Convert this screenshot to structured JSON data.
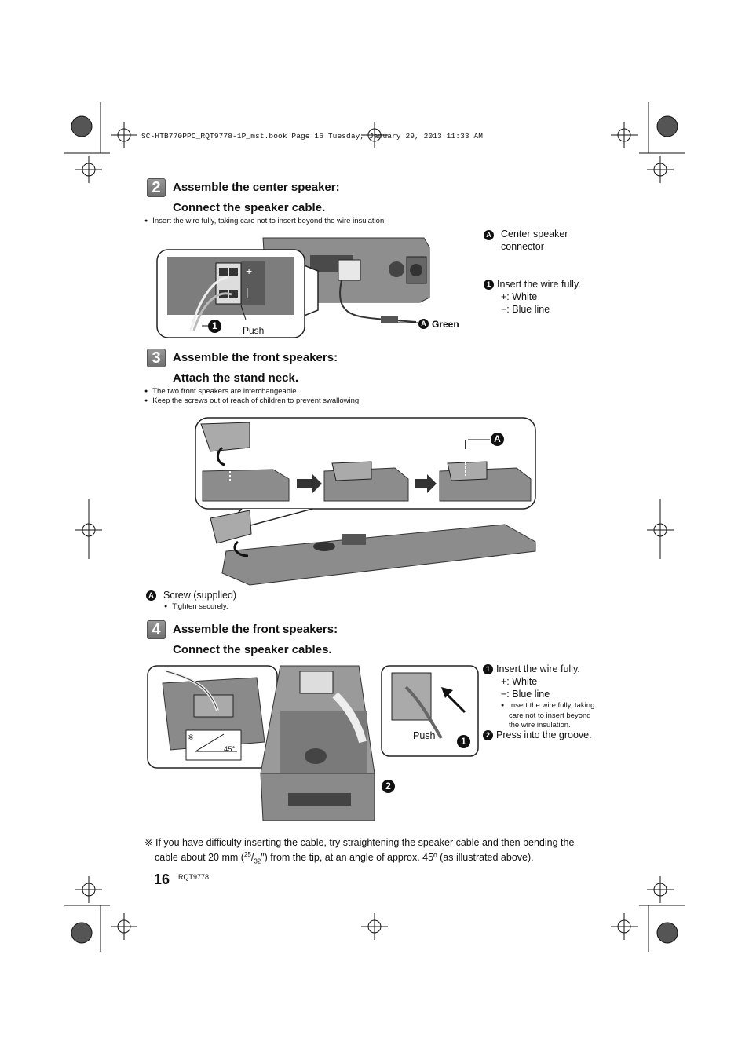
{
  "print_header": "SC-HTB770PPC_RQT9778-1P_mst.book  Page 16  Tuesday, January 29, 2013  11:33 AM",
  "step2": {
    "number": "2",
    "title1": "Assemble the center speaker:",
    "title2": "Connect the speaker cable.",
    "note": "Insert the wire fully, taking care not to insert beyond the wire insulation.",
    "push_label": "Push",
    "green_label": "Green",
    "callout_a_letter": "A",
    "callout_1": "1",
    "legend_a_letter": "A",
    "legend_a_line1": "Center speaker",
    "legend_a_line2": "connector",
    "legend_1": "1",
    "legend_1_text": "Insert the wire fully.",
    "legend_plus": "+: White",
    "legend_minus": "−: Blue line"
  },
  "step3": {
    "number": "3",
    "title1": "Assemble the front speakers:",
    "title2": "Attach the stand neck.",
    "notes": [
      "The two front speakers are interchangeable.",
      "Keep the screws out of reach of children to prevent swallowing."
    ],
    "callout_a_letter": "A",
    "legend_a_letter": "A",
    "legend_a_text": "Screw (supplied)",
    "legend_a_sub": "Tighten securely."
  },
  "step4": {
    "number": "4",
    "title1": "Assemble the front speakers:",
    "title2": "Connect the speaker cables.",
    "push_label": "Push",
    "angle_label": "45°",
    "note_mark": "※",
    "callout_1": "1",
    "callout_2": "2",
    "legend_1": "1",
    "legend_1_text": "Insert the wire fully.",
    "legend_plus": "+: White",
    "legend_minus": "−: Blue line",
    "legend_sub1": "Insert the wire fully, taking",
    "legend_sub2": "care not to insert beyond",
    "legend_sub3": "the wire insulation.",
    "legend_2": "2",
    "legend_2_text": "Press into the groove."
  },
  "footnote": {
    "mark": "※",
    "line1": "If you have difficulty inserting the cable, try straightening the speaker cable and then bending the",
    "line2_pre": "cable about 20 mm (",
    "frac_num": "25",
    "frac_den": "32",
    "line2_post": "″) from the tip, at an angle of approx. 45º (as illustrated above)."
  },
  "page_number": "16",
  "doc_code": "RQT9778"
}
